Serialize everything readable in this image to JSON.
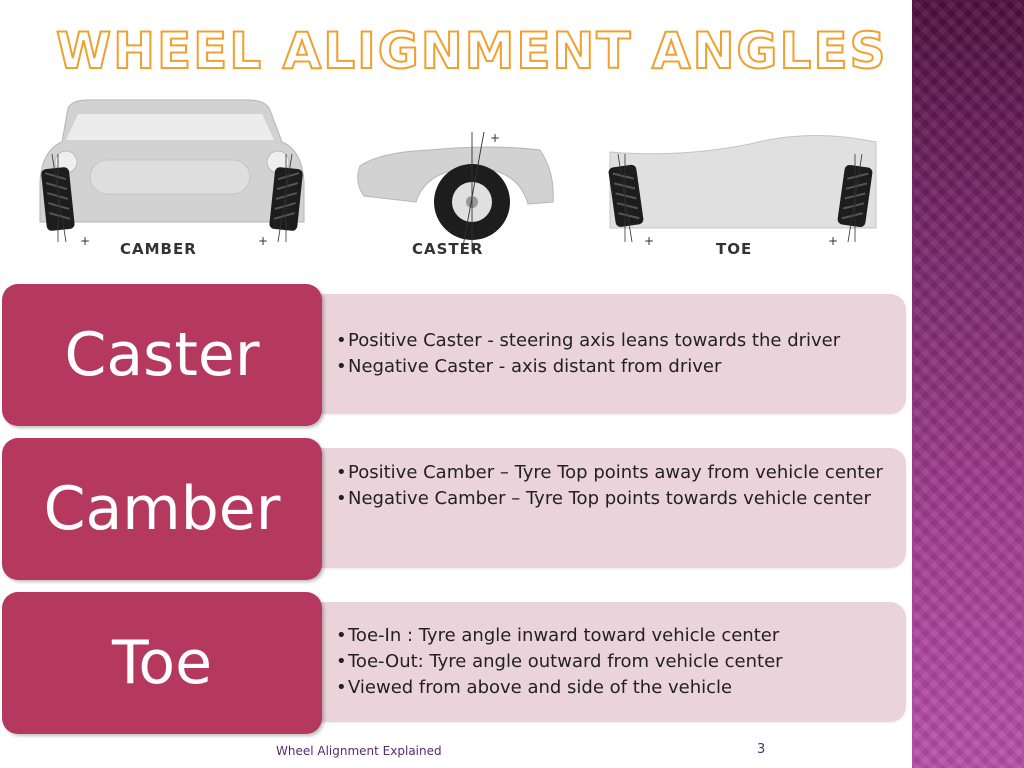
{
  "title": "WHEEL ALIGNMENT ANGLES",
  "figures": {
    "camber_label": "CAMBER",
    "caster_label": "CASTER",
    "toe_label": "TOE",
    "plus_sign": "+"
  },
  "rows": [
    {
      "heading": "Caster",
      "bullets": [
        "Positive Caster - steering axis leans towards the driver",
        "Negative Caster - axis distant from driver"
      ]
    },
    {
      "heading": "Camber",
      "bullets": [
        "Positive Camber – Tyre Top points away from vehicle center",
        "Negative Camber – Tyre Top points towards vehicle center"
      ]
    },
    {
      "heading": "Toe",
      "bullets": [
        "Toe-In : Tyre angle inward toward vehicle center",
        "Toe-Out: Tyre angle outward from vehicle center",
        "Viewed from above and side of the vehicle"
      ]
    }
  ],
  "footer": "Wheel Alignment Explained",
  "page_number": "3",
  "colors": {
    "title_outline": "#f0a030",
    "heading_box": "#b5395f",
    "content_box": "#ead3da",
    "sidebar": "#7c2a6e"
  }
}
